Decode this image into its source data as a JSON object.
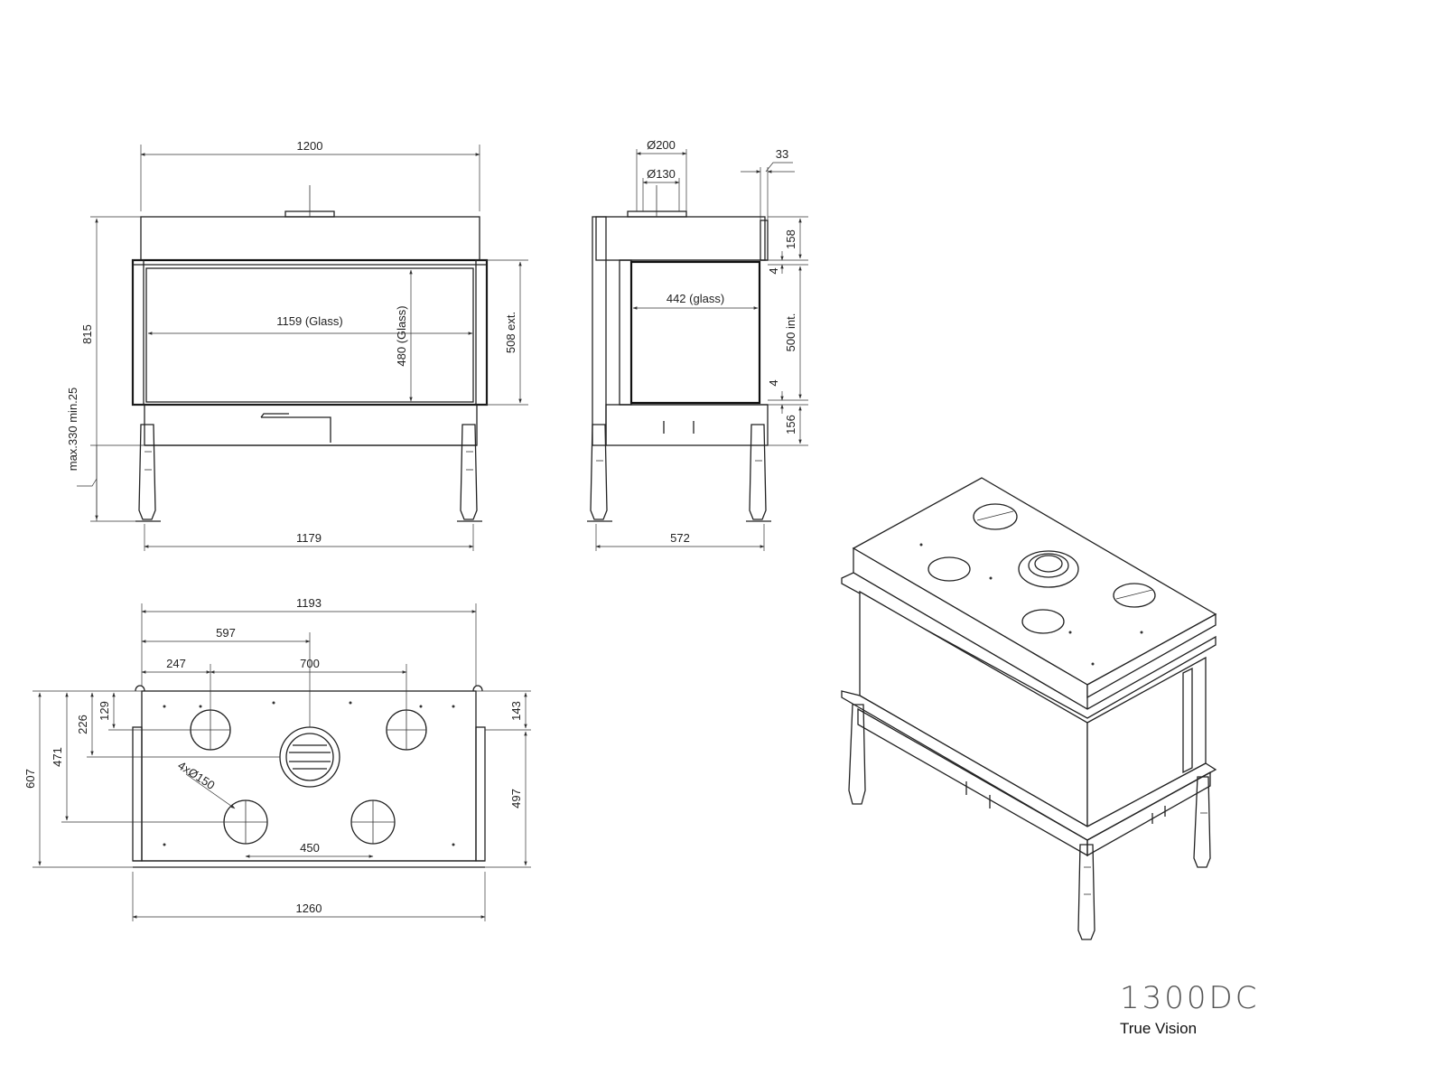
{
  "front_view": {
    "width_overall": "1200",
    "height_overall": "815",
    "glass_width": "1159 (Glass)",
    "glass_height": "480 (Glass)",
    "door_height": "508 ext.",
    "leg_height": "max.330 min.25",
    "base_width": "1179"
  },
  "side_view": {
    "flue_outer": "Ø200",
    "flue_inner": "Ø130",
    "top_offset": "33",
    "glass_width": "442 (glass)",
    "top_height": "158",
    "gap_top": "4",
    "inner_height": "500 int.",
    "gap_bottom": "4",
    "bottom_height": "156",
    "depth": "572"
  },
  "top_view": {
    "width_top": "1193",
    "center_offset": "597",
    "spigot_offset": "247",
    "spigot_spacing": "700",
    "front_spigots": "4xØ150",
    "front_spacing": "450",
    "width_bottom": "1260",
    "depth_overall": "607",
    "depth_front_spigots": "471",
    "depth_center": "226",
    "depth_rear_spigots": "129",
    "depth_right_top": "143",
    "depth_right_bottom": "497"
  },
  "title": {
    "model": "1300DC",
    "brand": "True Vision"
  }
}
